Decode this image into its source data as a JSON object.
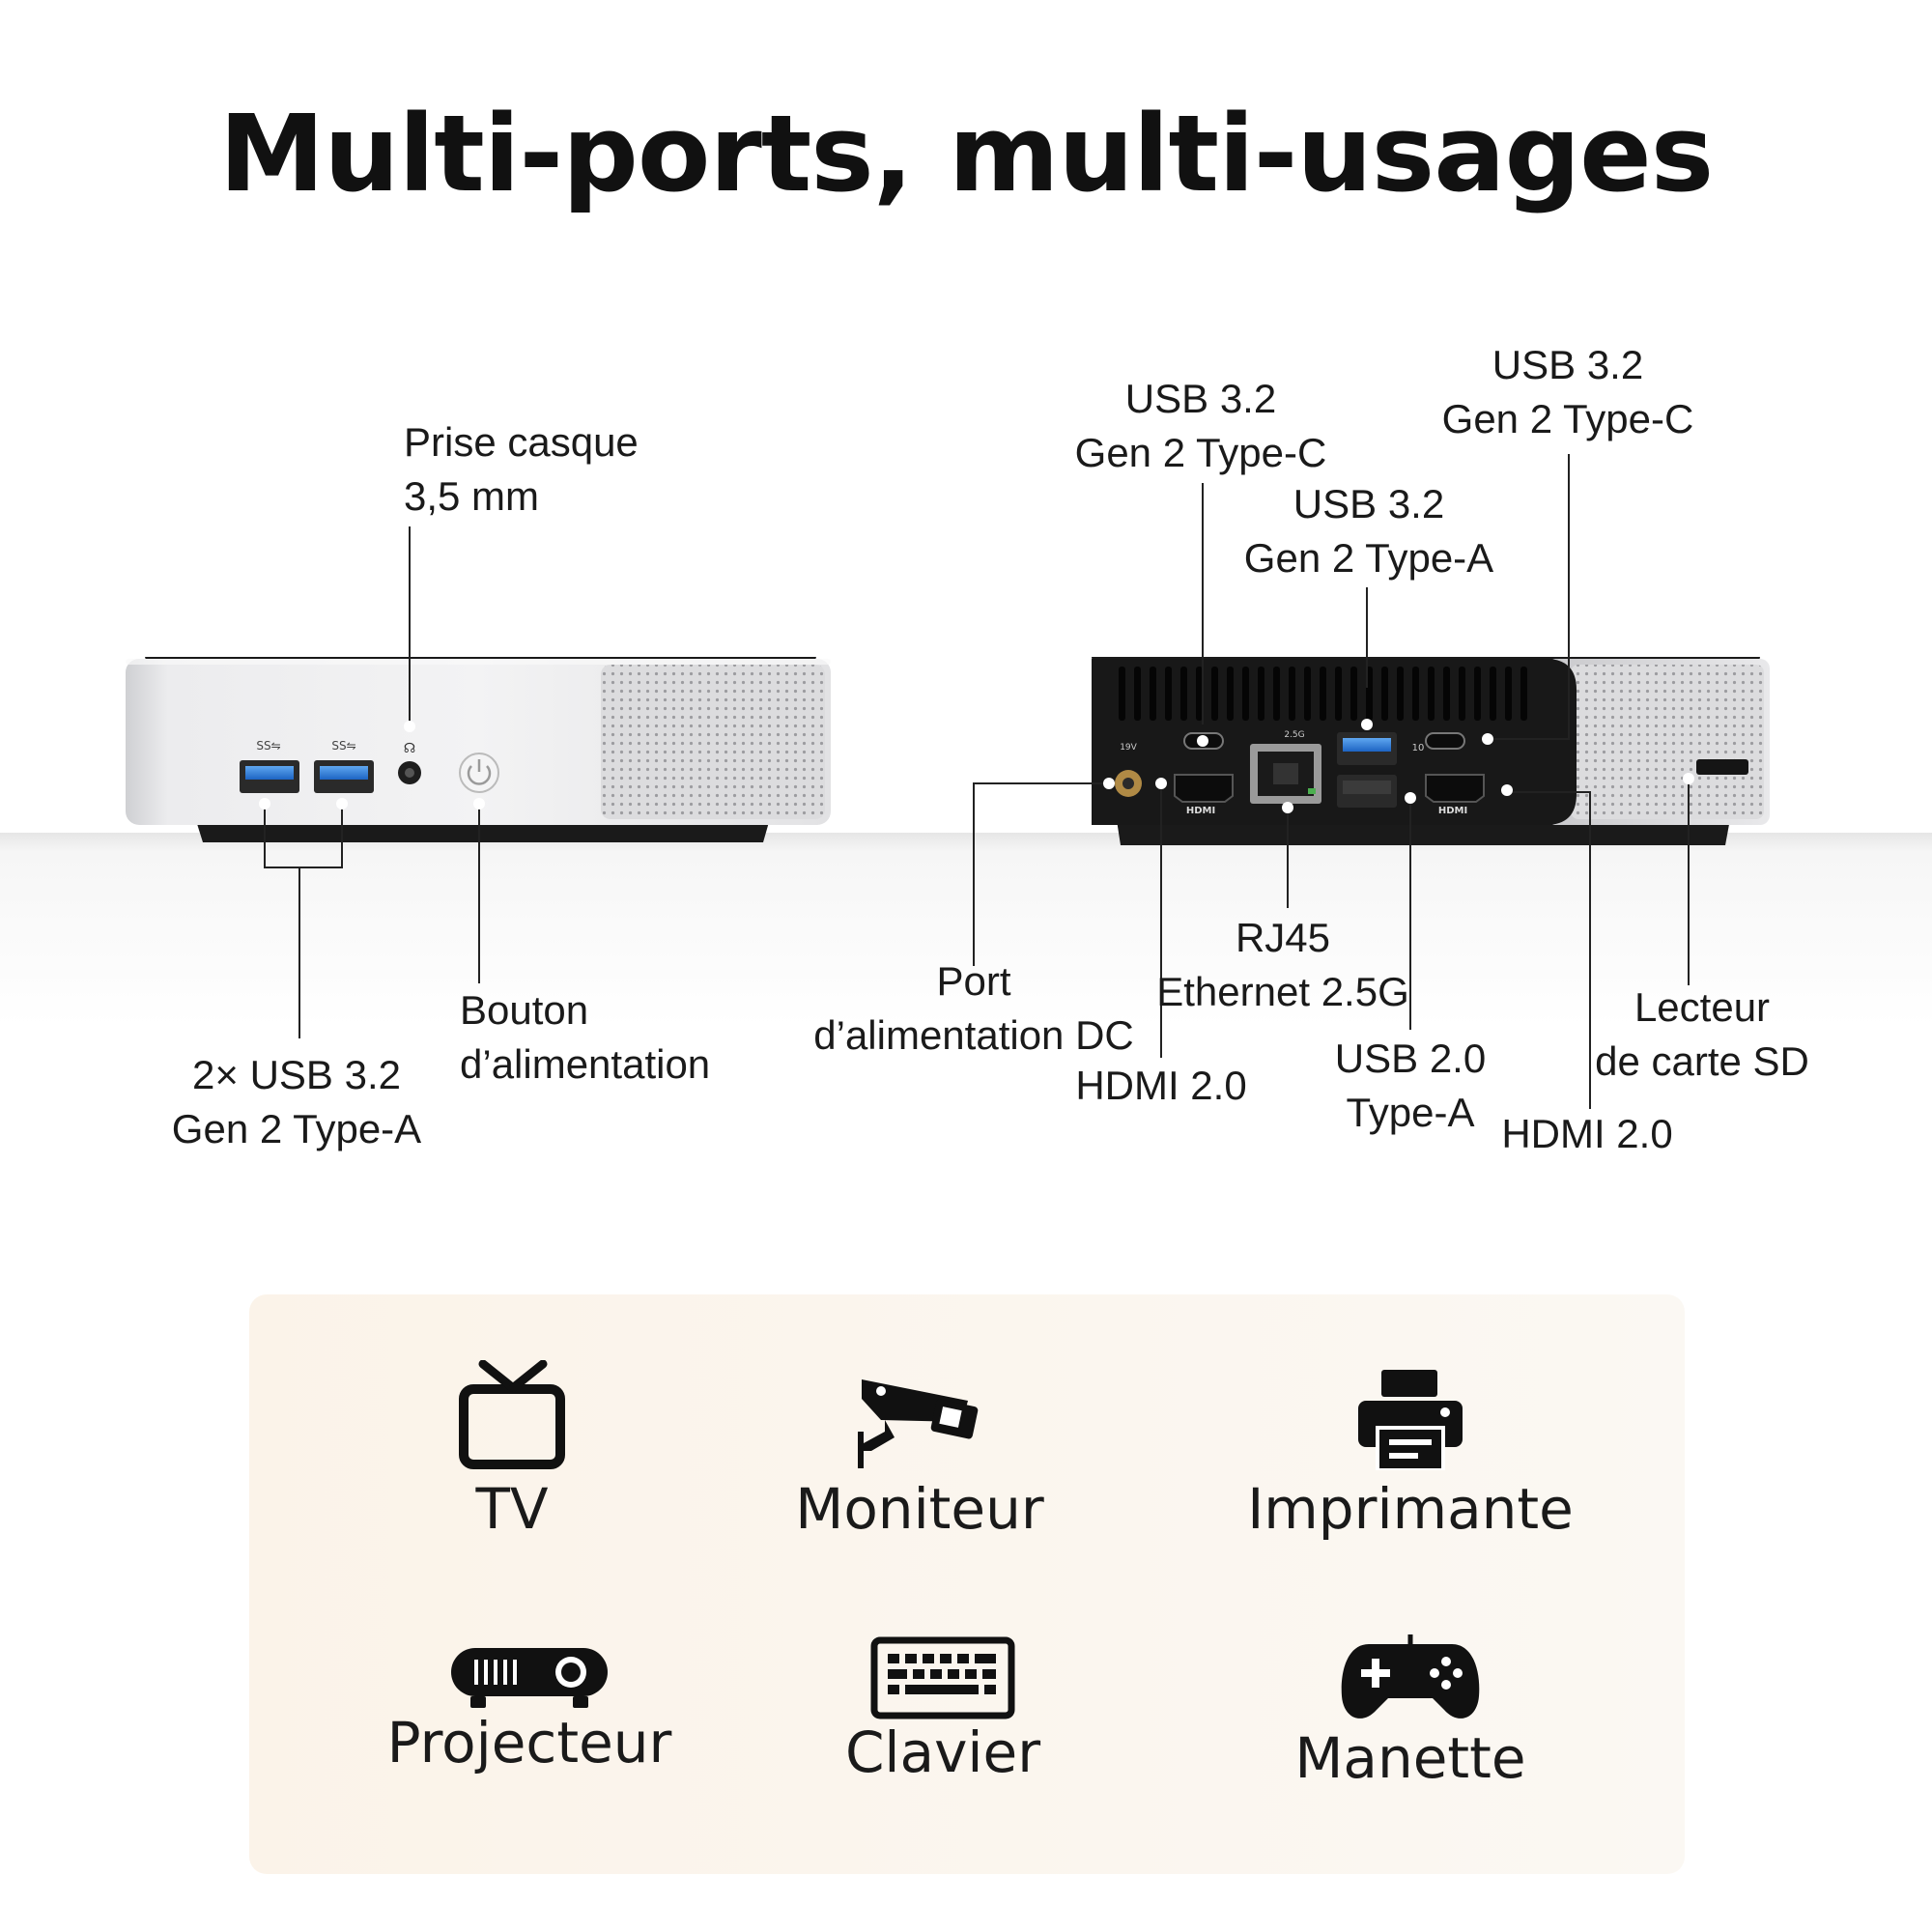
{
  "title": "Multi-ports, multi-usages",
  "front_labels": {
    "headphone": [
      "Prise casque",
      "3,5 mm"
    ],
    "usb_front": [
      "2× USB 3.2",
      "Gen 2 Type-A"
    ],
    "power_button": [
      "Bouton",
      "d’alimentation"
    ]
  },
  "rear_labels": {
    "usbc_left": [
      "USB 3.2",
      "Gen 2 Type-C"
    ],
    "usba_rear": [
      "USB 3.2",
      "Gen 2 Type-A"
    ],
    "usbc_right": [
      "USB 3.2",
      "Gen 2 Type-C"
    ],
    "dc_port": [
      "Port",
      "d’alimentation DC"
    ],
    "hdmi_left": [
      "HDMI 2.0"
    ],
    "rj45": [
      "RJ45",
      "Ethernet 2.5G"
    ],
    "usb20": [
      "USB 2.0",
      "Type-A"
    ],
    "hdmi_right": [
      "HDMI 2.0"
    ],
    "sd_reader": [
      "Lecteur",
      "de carte SD"
    ]
  },
  "device_markings": {
    "hdmi": "HDMI",
    "dc_volt": "19V",
    "lan_speed": "2.5G",
    "usb_speed": "10"
  },
  "uses": [
    {
      "label": "TV",
      "icon": "tv-icon"
    },
    {
      "label": "Moniteur",
      "icon": "security-camera-icon"
    },
    {
      "label": "Imprimante",
      "icon": "printer-icon"
    },
    {
      "label": "Projecteur",
      "icon": "projector-icon"
    },
    {
      "label": "Clavier",
      "icon": "keyboard-icon"
    },
    {
      "label": "Manette",
      "icon": "gamepad-icon"
    }
  ],
  "colors": {
    "usb3": "#2f7fd6",
    "panel": "#fbf4ea",
    "device_silver": "#d9d9db",
    "device_black": "#1b1b1b"
  }
}
